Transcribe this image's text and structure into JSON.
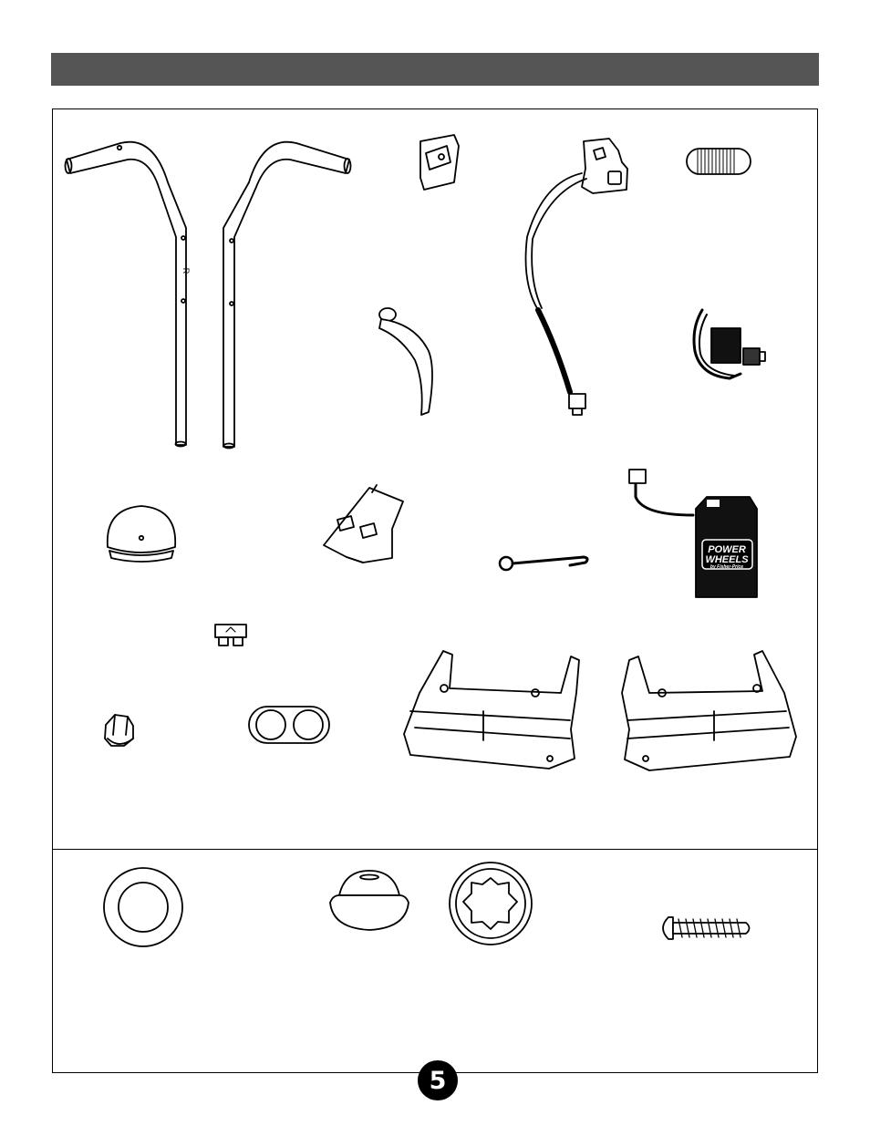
{
  "header": {
    "color": "#555555"
  },
  "parts": {
    "handlebar_mark": "R",
    "battery_logo": {
      "line1": "POWER",
      "line2": "WHEELS",
      "line3": "by Fisher-Price"
    }
  },
  "page": {
    "number": "5"
  }
}
